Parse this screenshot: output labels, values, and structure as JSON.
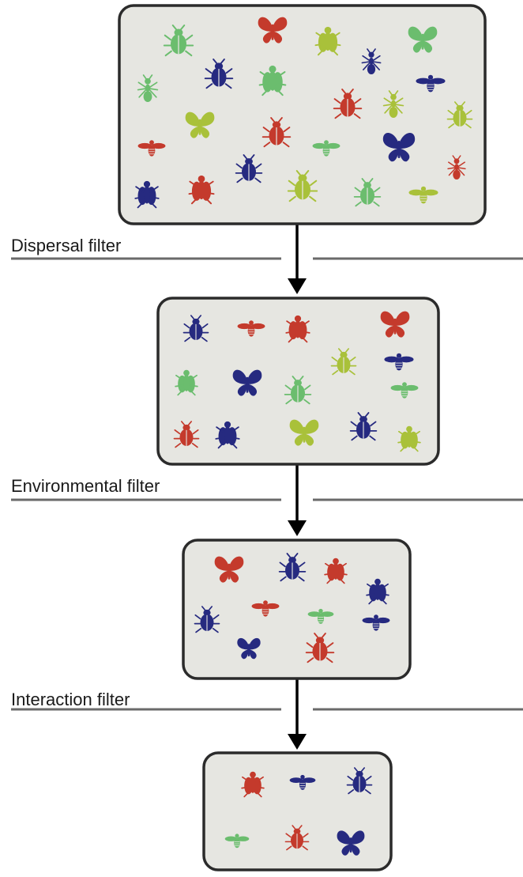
{
  "filters": [
    {
      "label": "Dispersal filter"
    },
    {
      "label": "Environmental filter"
    },
    {
      "label": "Interaction filter"
    }
  ],
  "colors": {
    "red": "#c43a2c",
    "green": "#6bbd6e",
    "lime": "#a9c13a",
    "navy": "#262a80",
    "panel_fill": "#e6e6e1",
    "panel_stroke": "#2b2b2b",
    "line": "#6a6a6a"
  },
  "communities": [
    {
      "stage": "regional-pool",
      "species": [
        {
          "kind": "beetle",
          "color": "green"
        },
        {
          "kind": "butterfly",
          "color": "red"
        },
        {
          "kind": "fly",
          "color": "lime"
        },
        {
          "kind": "butterfly",
          "color": "green"
        },
        {
          "kind": "beetle",
          "color": "navy"
        },
        {
          "kind": "ant",
          "color": "navy"
        },
        {
          "kind": "bee",
          "color": "navy"
        },
        {
          "kind": "ant",
          "color": "green"
        },
        {
          "kind": "fly",
          "color": "green"
        },
        {
          "kind": "beetle",
          "color": "red"
        },
        {
          "kind": "ant",
          "color": "lime"
        },
        {
          "kind": "beetle",
          "color": "lime"
        },
        {
          "kind": "butterfly",
          "color": "lime"
        },
        {
          "kind": "beetle",
          "color": "red"
        },
        {
          "kind": "bee",
          "color": "red"
        },
        {
          "kind": "bee",
          "color": "green"
        },
        {
          "kind": "butterfly",
          "color": "navy"
        },
        {
          "kind": "beetle",
          "color": "navy"
        },
        {
          "kind": "fly",
          "color": "red"
        },
        {
          "kind": "beetle",
          "color": "lime"
        },
        {
          "kind": "fly",
          "color": "navy"
        },
        {
          "kind": "beetle",
          "color": "green"
        },
        {
          "kind": "bee",
          "color": "lime"
        },
        {
          "kind": "ant",
          "color": "red"
        }
      ]
    },
    {
      "stage": "after-dispersal",
      "species": [
        {
          "kind": "beetle",
          "color": "navy"
        },
        {
          "kind": "bee",
          "color": "red"
        },
        {
          "kind": "fly",
          "color": "red"
        },
        {
          "kind": "butterfly",
          "color": "red"
        },
        {
          "kind": "beetle",
          "color": "lime"
        },
        {
          "kind": "bee",
          "color": "navy"
        },
        {
          "kind": "fly",
          "color": "green"
        },
        {
          "kind": "butterfly",
          "color": "navy"
        },
        {
          "kind": "beetle",
          "color": "green"
        },
        {
          "kind": "bee",
          "color": "green"
        },
        {
          "kind": "beetle",
          "color": "red"
        },
        {
          "kind": "fly",
          "color": "navy"
        },
        {
          "kind": "butterfly",
          "color": "lime"
        },
        {
          "kind": "beetle",
          "color": "navy"
        },
        {
          "kind": "fly",
          "color": "lime"
        }
      ]
    },
    {
      "stage": "after-environment",
      "species": [
        {
          "kind": "butterfly",
          "color": "red"
        },
        {
          "kind": "beetle",
          "color": "navy"
        },
        {
          "kind": "fly",
          "color": "red"
        },
        {
          "kind": "fly",
          "color": "navy"
        },
        {
          "kind": "beetle",
          "color": "navy"
        },
        {
          "kind": "bee",
          "color": "red"
        },
        {
          "kind": "bee",
          "color": "green"
        },
        {
          "kind": "bee",
          "color": "navy"
        },
        {
          "kind": "butterfly",
          "color": "navy"
        },
        {
          "kind": "beetle",
          "color": "red"
        }
      ]
    },
    {
      "stage": "local-community",
      "species": [
        {
          "kind": "fly",
          "color": "red"
        },
        {
          "kind": "bee",
          "color": "navy"
        },
        {
          "kind": "beetle",
          "color": "navy"
        },
        {
          "kind": "bee",
          "color": "green"
        },
        {
          "kind": "beetle",
          "color": "red"
        },
        {
          "kind": "butterfly",
          "color": "navy"
        }
      ]
    }
  ]
}
